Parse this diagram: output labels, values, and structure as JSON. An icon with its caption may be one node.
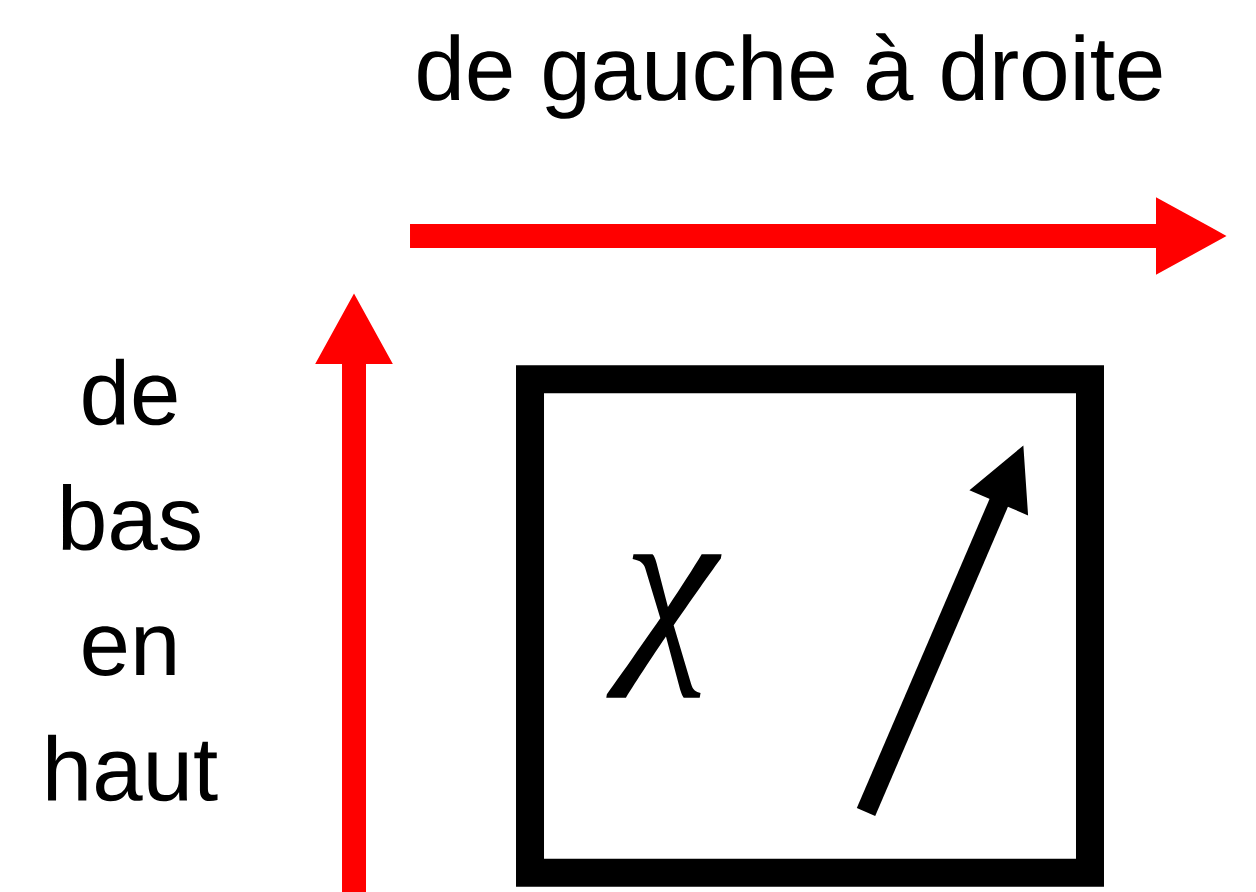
{
  "diagram": {
    "nodes": [
      {
        "text": [
          "χ"
        ]
      }
    ],
    "edges": [],
    "labels": [
      "de gauche à droite",
      "de bas en haut"
    ]
  }
}
